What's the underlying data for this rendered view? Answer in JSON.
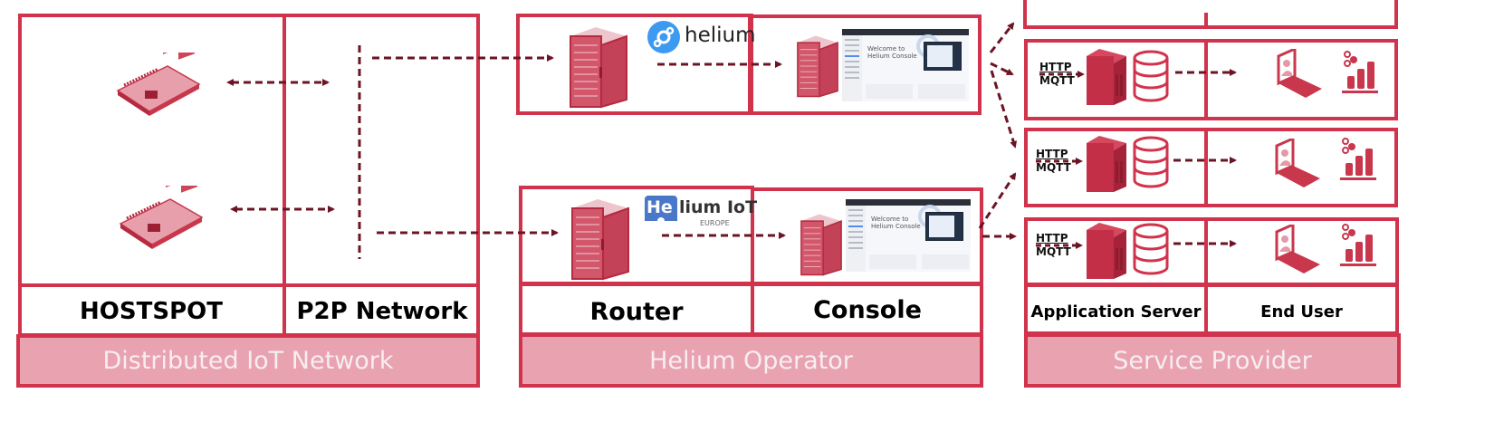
{
  "diagram": {
    "sections": [
      {
        "id": "distributed-iot-network",
        "title": "Distributed IoT Network",
        "columns": [
          {
            "label": "HOSTSPOT",
            "items": [
              "raspberry-pi-board",
              "raspberry-pi-board"
            ]
          },
          {
            "label": "P2P Network",
            "items": [
              "dashed-bus"
            ]
          }
        ]
      },
      {
        "id": "helium-operator",
        "title": "Helium Operator",
        "columns": [
          {
            "label": "Router"
          },
          {
            "label": "Console"
          }
        ],
        "operators": [
          {
            "logo_text": "helium",
            "logo_icon": "helium-logo-icon"
          },
          {
            "logo_prefix": "He",
            "logo_text": "lium IoT",
            "logo_sub": "EUROPE"
          }
        ],
        "console_screenshot": {
          "welcome_line1": "Welcome to",
          "welcome_line2": "Helium Console"
        }
      },
      {
        "id": "service-provider",
        "title": "Service Provider",
        "columns": [
          {
            "label": "Application Server"
          },
          {
            "label": "End User"
          }
        ],
        "rows": [
          {
            "protocol_top": "HTTP",
            "protocol_bottom": "MQTT"
          },
          {
            "protocol_top": "HTTP",
            "protocol_bottom": "MQTT"
          },
          {
            "protocol_top": "HTTP",
            "protocol_bottom": "MQTT"
          }
        ]
      }
    ],
    "colors": {
      "border": "#d0334b",
      "band_fill": "#e9a2b0",
      "band_text": "#f7eef0",
      "arrow": "#6b1424",
      "icon_fill": "#c8374c"
    }
  }
}
